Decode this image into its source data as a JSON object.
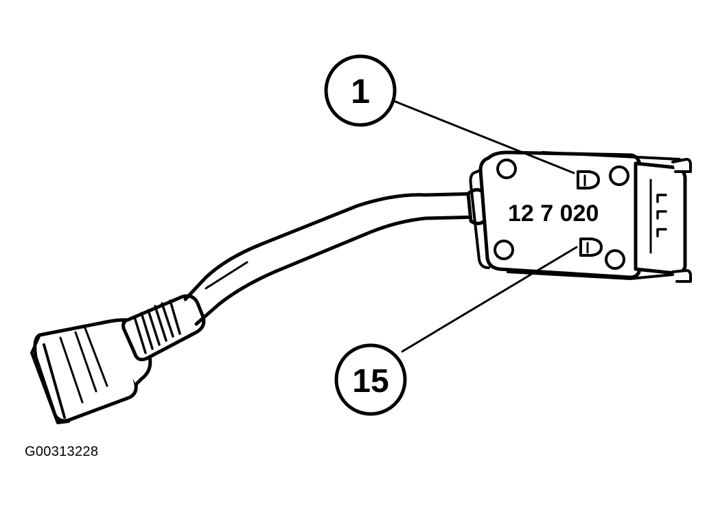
{
  "diagram": {
    "part_number_label": "12 7 020",
    "callouts": [
      {
        "label": "1"
      },
      {
        "label": "15"
      }
    ],
    "figure_id": "G00313228"
  }
}
